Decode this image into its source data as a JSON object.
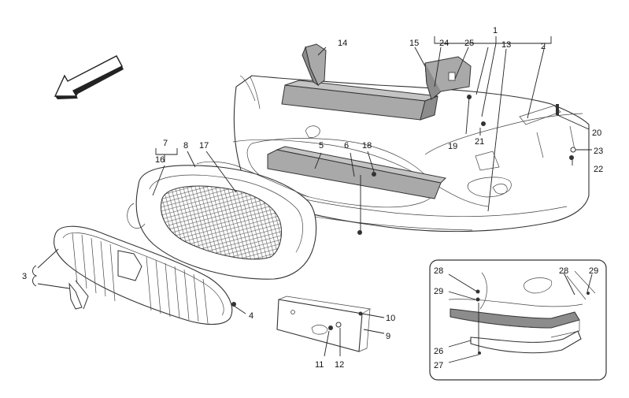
{
  "diagram": {
    "colors": {
      "line": "#222222",
      "part_fill": "#ffffff",
      "shaded_part": "#a9a9a9",
      "shaded_dark": "#8c8c8c",
      "mesh": "#555555",
      "inset_border": "#333333"
    },
    "icons": {
      "direction": "front-direction-arrow-icon"
    },
    "labels": {
      "l1": "1",
      "l2": "2",
      "l3": "3",
      "l4": "4",
      "l5": "5",
      "l6": "6",
      "l7": "7",
      "l8": "8",
      "l9": "9",
      "l10": "10",
      "l11": "11",
      "l12": "12",
      "l13": "13",
      "l14": "14",
      "l15": "15",
      "l16": "16",
      "l17": "17",
      "l18": "18",
      "l19": "19",
      "l20": "20",
      "l21": "21",
      "l22": "22",
      "l23": "23",
      "l24": "24",
      "l25": "25",
      "i28a": "28",
      "i29a": "29",
      "i28b": "28",
      "i29b": "29",
      "i26": "26",
      "i27": "27"
    }
  }
}
